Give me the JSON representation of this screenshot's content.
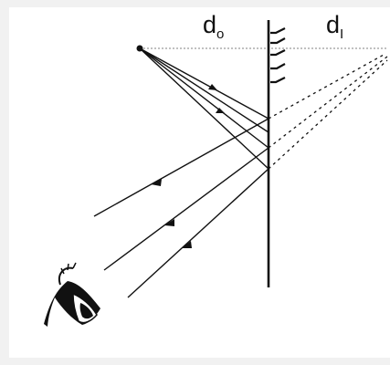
{
  "labels": {
    "object_distance": {
      "main": "d",
      "sub": "o"
    },
    "image_distance": {
      "main": "d",
      "sub": "I"
    }
  },
  "colors": {
    "background": "#f1f1f1",
    "panel": "#ffffff",
    "ink": "#111111",
    "guide": "#9a9a9a"
  },
  "icons": [
    "eye-icon"
  ]
}
